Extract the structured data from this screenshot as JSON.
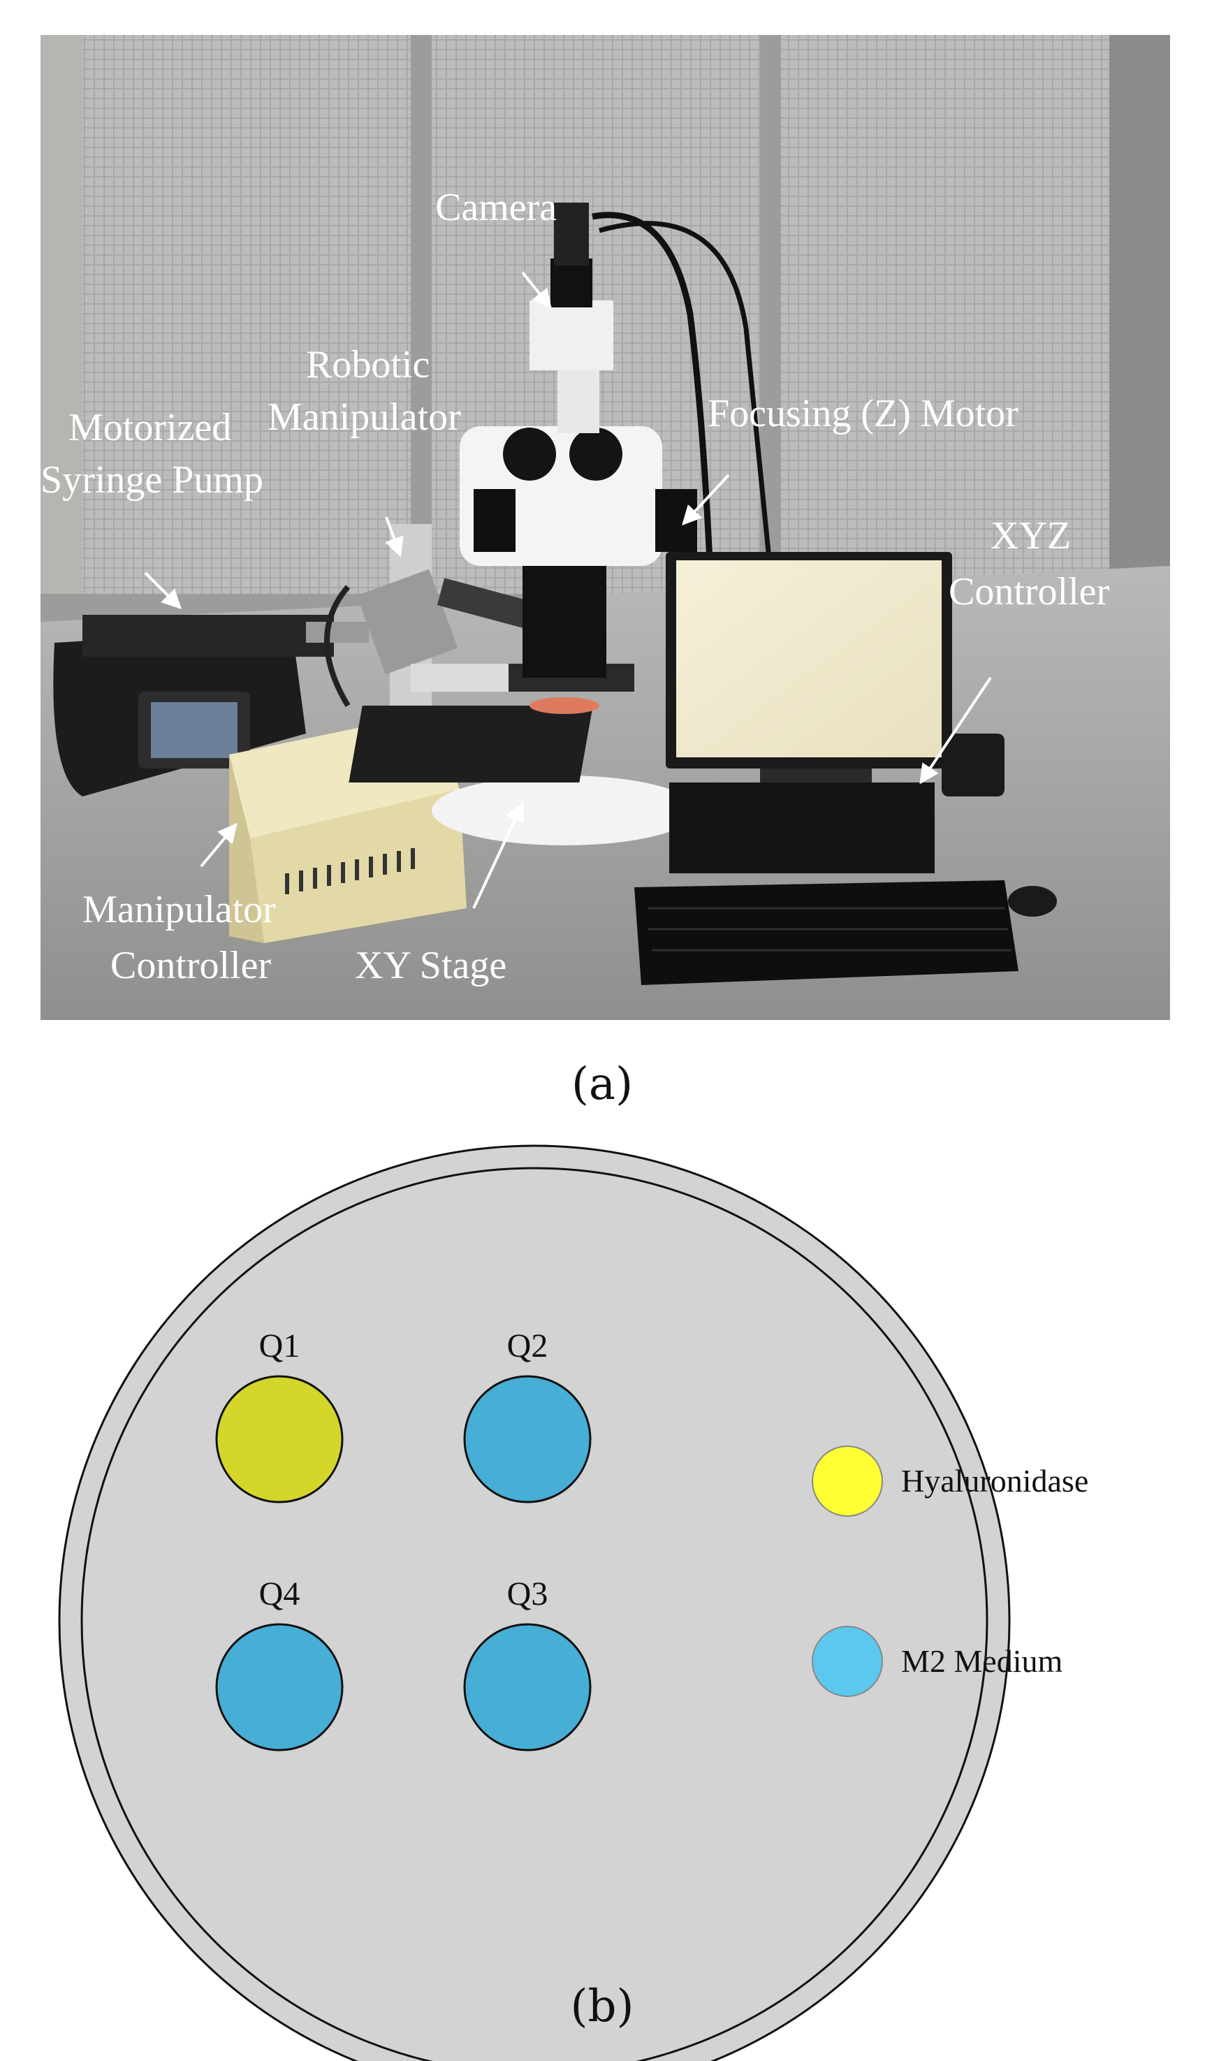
{
  "panel_a": {
    "caption": "(a)",
    "labels": {
      "camera": "Camera",
      "robotic_manipulator_1": "Robotic",
      "robotic_manipulator_2": "Manipulator",
      "syringe_pump_1": "Motorized",
      "syringe_pump_2": "Syringe Pump",
      "focusing_motor": "Focusing (Z) Motor",
      "xyz_controller_1": "XYZ",
      "xyz_controller_2": "Controller",
      "manipulator_controller_1": "Manipulator",
      "manipulator_controller_2": "Controller",
      "xy_stage": "XY Stage"
    }
  },
  "panel_b": {
    "caption": "(b)",
    "wells": [
      {
        "label": "Q1",
        "content": "Hyaluronidase"
      },
      {
        "label": "Q2",
        "content": "M2 Medium"
      },
      {
        "label": "Q4",
        "content": "M2 Medium"
      },
      {
        "label": "Q3",
        "content": "M2 Medium"
      }
    ],
    "legend": [
      {
        "label": "Hyaluronidase",
        "color": "#ffff33"
      },
      {
        "label": "M2 Medium",
        "color": "#5bc8f0"
      }
    ],
    "colors": {
      "dish": "#d3d3d3",
      "hyaluronidase_well": "#d4d62a",
      "m2_well": "#47aed6"
    }
  }
}
